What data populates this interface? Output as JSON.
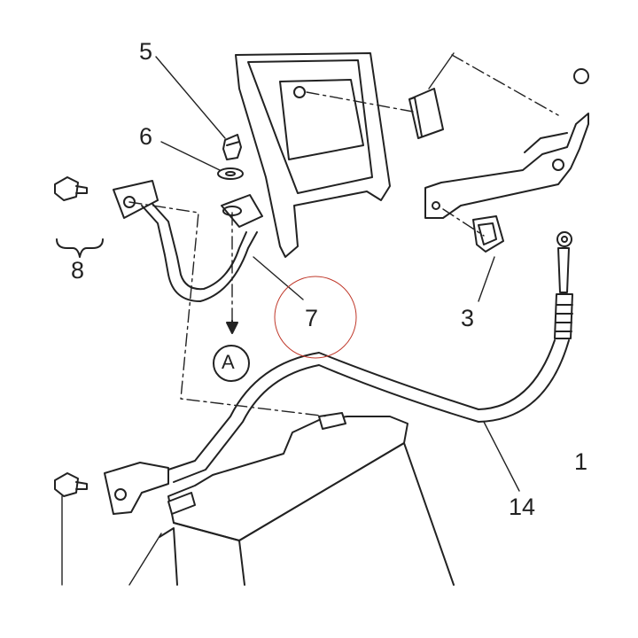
{
  "callouts": {
    "five": "5",
    "six": "6",
    "eight": "8",
    "seven": "7",
    "three": "3",
    "one": "1",
    "fourteen": "14",
    "ref_a": "A"
  },
  "colors": {
    "line": "#222222",
    "highlight": "#c0392b"
  }
}
